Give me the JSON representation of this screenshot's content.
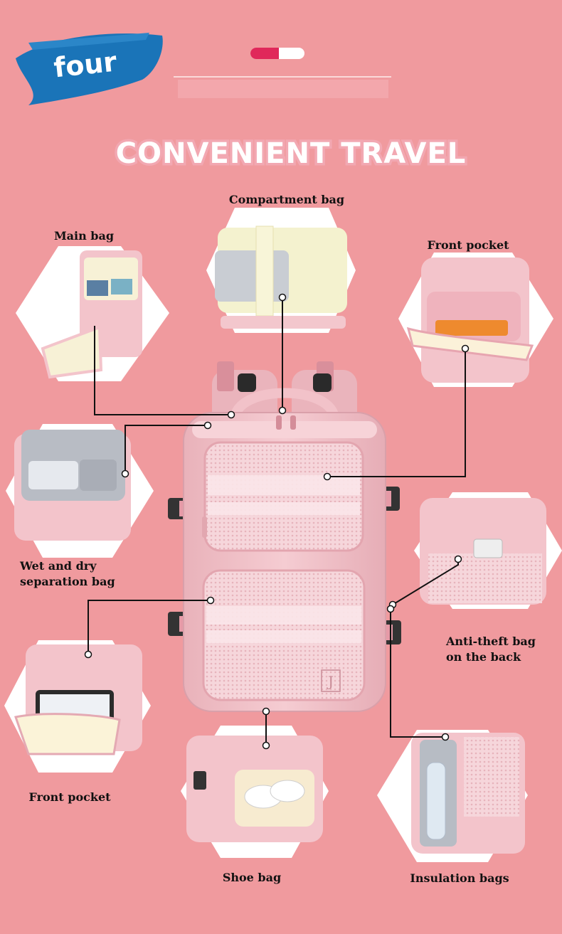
{
  "badge": {
    "text": "four"
  },
  "title": {
    "text": "CONVENIENT TRAVEL"
  },
  "product": {
    "logo_letter": "J"
  },
  "labels": {
    "compartment": "Compartment bag",
    "main": "Main bag",
    "front_pocket_top": "Front pocket",
    "wet_dry_1": "Wet and dry",
    "wet_dry_2": "separation bag",
    "anti_theft_1": "Anti-theft bag",
    "anti_theft_2": "on the back",
    "front_pocket_bottom": "Front pocket",
    "shoe": "Shoe bag",
    "insulation": "Insulation bags"
  },
  "colors": {
    "background": "#f09a9e",
    "badge_blue": "#1a74b8",
    "indicator_active": "#e0285a",
    "bag_pink": "#f3c5cc",
    "title_fill": "#ffffff",
    "title_stroke": "#f2a8b2"
  }
}
